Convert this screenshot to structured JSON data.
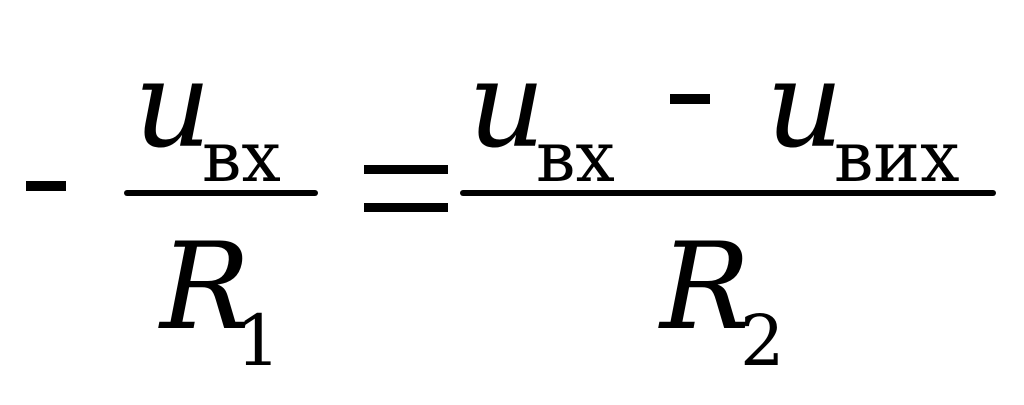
{
  "equation": {
    "lhs": {
      "sign": "-",
      "numerator": {
        "symbol": "u",
        "subscript": "вх"
      },
      "denominator": {
        "symbol": "R",
        "subscript": "1"
      }
    },
    "relation": "=",
    "rhs": {
      "numerator": {
        "term1": {
          "symbol": "u",
          "subscript": "вх"
        },
        "operator": "-",
        "term2": {
          "symbol": "u",
          "subscript": "вих"
        }
      },
      "denominator": {
        "symbol": "R",
        "subscript": "2"
      }
    }
  }
}
